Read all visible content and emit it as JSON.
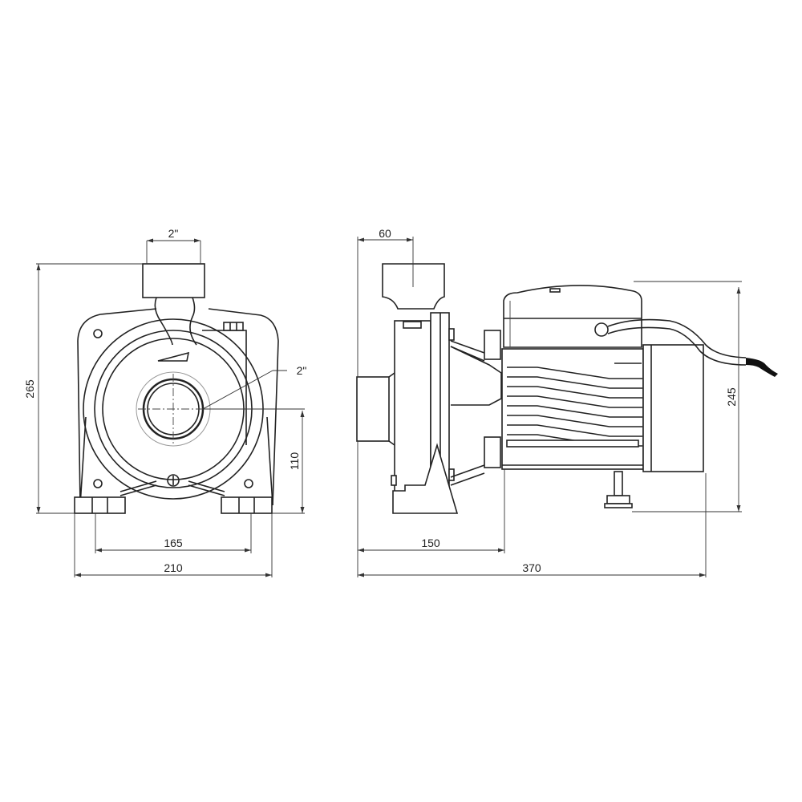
{
  "drawing": {
    "subject": "Centrifugal surface pump — dimensional drawing",
    "views": [
      "front-view",
      "side-view"
    ]
  },
  "front_view": {
    "dimensions": {
      "outlet_diameter": "2\"",
      "inlet_diameter": "2\"",
      "overall_height": "265",
      "inlet_axis_height": "110",
      "mounting_hole_spacing": "165",
      "overall_width": "210"
    }
  },
  "side_view": {
    "dimensions": {
      "outlet_offset": "60",
      "motor_height": "245",
      "pump_head_length": "150",
      "overall_length": "370"
    }
  },
  "colors": {
    "line": "#222222",
    "dimension": "#333333",
    "background": "#ffffff"
  }
}
